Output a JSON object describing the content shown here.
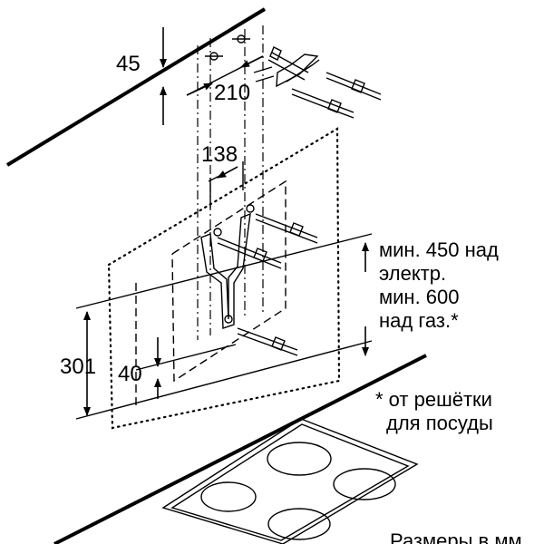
{
  "dimensions": {
    "d45": "45",
    "d210": "210",
    "d138": "138",
    "d301": "301",
    "d40": "40"
  },
  "notes": {
    "min_line1": "мин. 450 над",
    "min_line2": "электр.",
    "min_line3": "мин. 600",
    "min_line4": "над газ.*",
    "foot_line1": "* от решётки",
    "foot_line2": "для посуды",
    "units": "Размеры в мм"
  }
}
